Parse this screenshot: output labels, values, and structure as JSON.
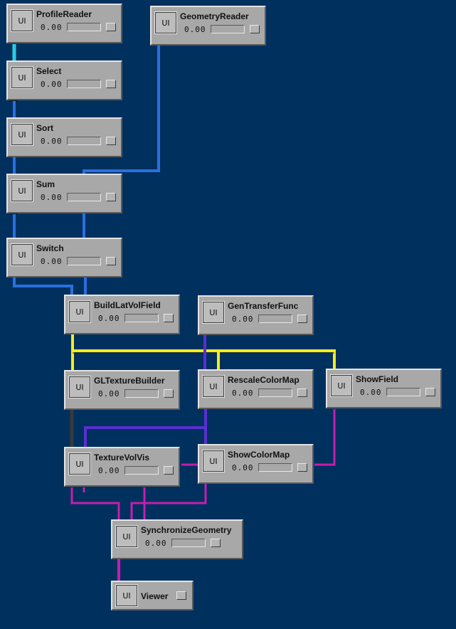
{
  "ui_label": "UI",
  "colors": {
    "background": "#00305e",
    "wire_blue": "#2a6fe0",
    "wire_cyan": "#27d0e0",
    "wire_yellow": "#f2ee1c",
    "wire_purple": "#5a2fd0",
    "wire_magenta": "#c81cb0",
    "wire_gray": "#3a3a3a"
  },
  "modules": [
    {
      "name": "ProfileReader",
      "time": "0.00"
    },
    {
      "name": "GeometryReader",
      "time": "0.00"
    },
    {
      "name": "Select",
      "time": "0.00"
    },
    {
      "name": "Sort",
      "time": "0.00"
    },
    {
      "name": "Sum",
      "time": "0.00"
    },
    {
      "name": "Switch",
      "time": "0.00"
    },
    {
      "name": "BuildLatVolField",
      "time": "0.00"
    },
    {
      "name": "GenTransferFunc",
      "time": "0.00"
    },
    {
      "name": "GLTextureBuilder",
      "time": "0.00"
    },
    {
      "name": "RescaleColorMap",
      "time": "0.00"
    },
    {
      "name": "ShowField",
      "time": "0.00"
    },
    {
      "name": "TextureVolVis",
      "time": "0.00"
    },
    {
      "name": "ShowColorMap",
      "time": "0.00"
    },
    {
      "name": "SynchronizeGeometry",
      "time": "0.00"
    },
    {
      "name": "Viewer"
    }
  ]
}
